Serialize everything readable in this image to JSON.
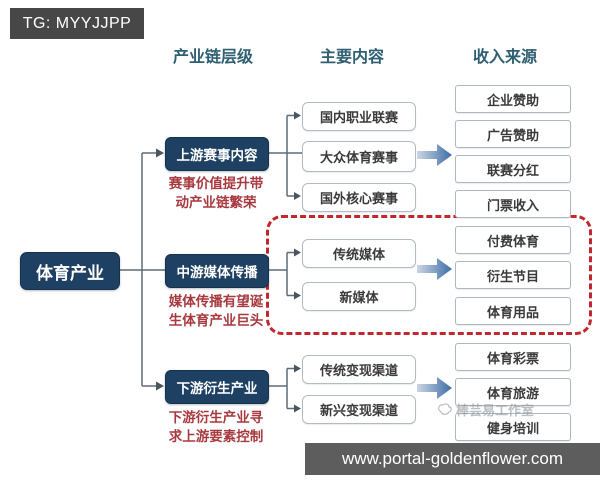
{
  "badge": {
    "text": "TG: MYYJJPP"
  },
  "footer": {
    "url": "www.portal-goldenflower.com"
  },
  "watermark": {
    "text": "棒芸易工作室"
  },
  "root": {
    "label": "体育产业"
  },
  "columns": {
    "level": "产业链层级",
    "content": "主要内容",
    "income": "收入来源"
  },
  "tiers": [
    {
      "label": "上游赛事内容",
      "note": "赛事价值提升带\n动产业链繁荣",
      "contents": [
        "国内职业联赛",
        "大众体育赛事",
        "国外核心赛事"
      ],
      "incomes": [
        "企业赞助",
        "广告赞助",
        "联赛分红",
        "门票收入"
      ],
      "highlighted": false
    },
    {
      "label": "中游媒体传播",
      "note": "媒体传播有望诞\n生体育产业巨头",
      "contents": [
        "传统媒体",
        "新媒体"
      ],
      "incomes": [
        "付费体育",
        "衍生节目",
        "体育用品"
      ],
      "highlighted": true
    },
    {
      "label": "下游衍生产业",
      "note": "下游衍生产业寻\n求上游要素控制",
      "contents": [
        "传统变现渠道",
        "新兴变现渠道"
      ],
      "incomes": [
        "体育彩票",
        "体育旅游",
        "健身培训"
      ],
      "highlighted": false
    }
  ],
  "colors": {
    "navy": "#1e4062",
    "header_teal": "#2f5f72",
    "note_red": "#a83a3f",
    "dashed_red": "#c1272d",
    "badge_gray": "#474747",
    "footer_gray": "#5d5d5d",
    "arrow_blue": "#3c6da6"
  }
}
